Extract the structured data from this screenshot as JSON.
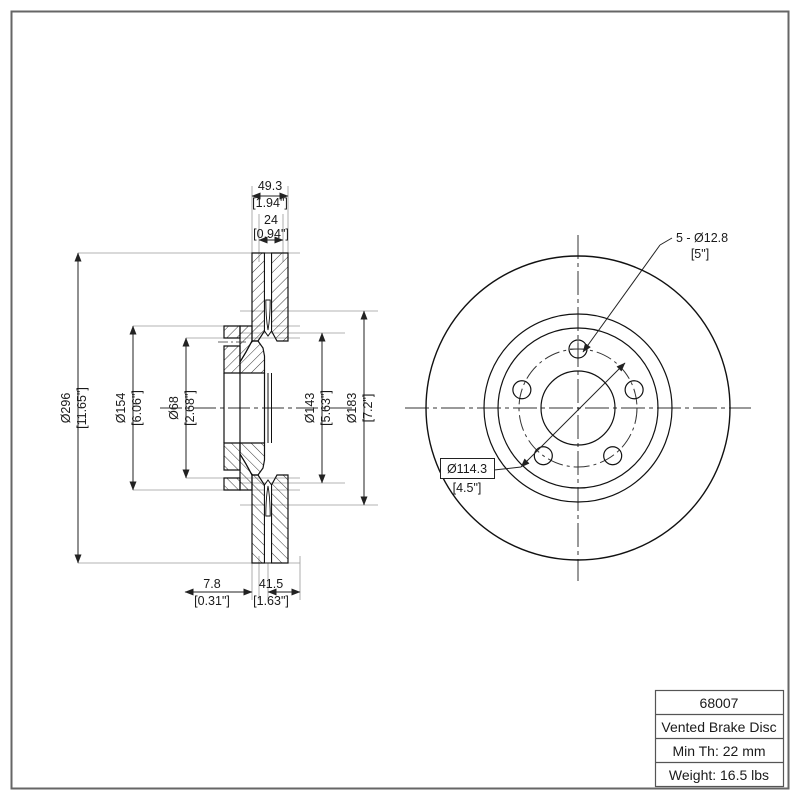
{
  "drawing": {
    "type": "engineering-drawing",
    "subject": "Vented Brake Disc / Rotor",
    "units": "mm with inches in brackets",
    "border": {
      "color": "#555555"
    }
  },
  "title_block": {
    "part_number": "68007",
    "description": "Vented Brake Disc",
    "min_thickness": "Min Th: 22 mm",
    "weight": "Weight: 16.5 lbs"
  },
  "section_view": {
    "name": "cross-section-side-view",
    "vertical_dimensions": [
      {
        "id": "od",
        "metric": "Ø296",
        "imperial": "[11.65\"]"
      },
      {
        "id": "hat-od",
        "metric": "Ø154",
        "imperial": "[6.06\"]"
      },
      {
        "id": "bore",
        "metric": "Ø68",
        "imperial": "[2.68\"]"
      },
      {
        "id": "inner-pad",
        "metric": "Ø143",
        "imperial": "[5.63\"]"
      },
      {
        "id": "vent-id",
        "metric": "Ø183",
        "imperial": "[7.2\"]"
      }
    ],
    "top_dimensions": [
      {
        "id": "overall-height",
        "metric": "49.3",
        "imperial": "[1.94\"]"
      },
      {
        "id": "disc-thickness",
        "metric": "24",
        "imperial": "[0.94\"]"
      }
    ],
    "bottom_dimensions": [
      {
        "id": "hat-flange-thickness",
        "metric": "7.8",
        "imperial": "[0.31\"]"
      },
      {
        "id": "hat-offset",
        "metric": "41.5",
        "imperial": "[1.63\"]"
      }
    ]
  },
  "face_view": {
    "name": "front-face-view",
    "callouts": [
      {
        "id": "bolt-holes",
        "metric": "5 - Ø12.8",
        "imperial": "[5\"]",
        "boxed": false
      },
      {
        "id": "bolt-circle",
        "metric": "Ø114.3",
        "imperial": "[4.5\"]",
        "boxed": true
      }
    ]
  }
}
